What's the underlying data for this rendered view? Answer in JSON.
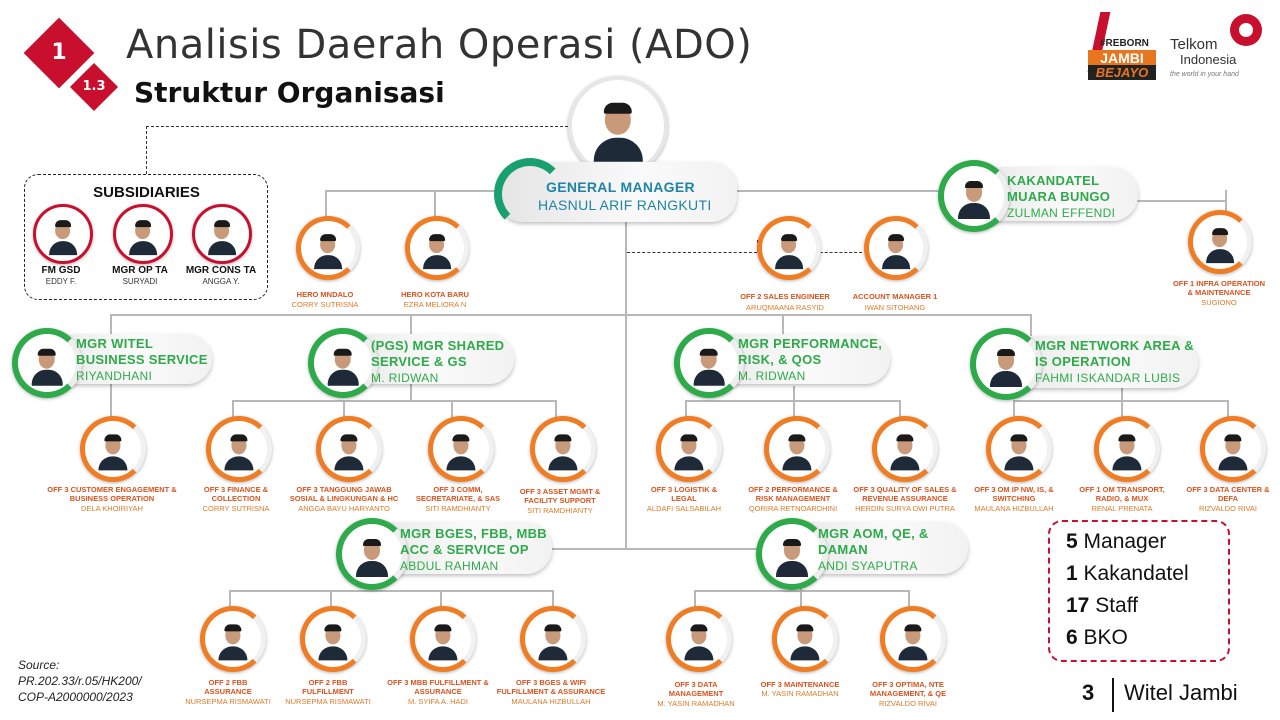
{
  "header": {
    "section_number": "1",
    "subsection_number": "1.3",
    "title": "Analisis Daerah Operasi (ADO)",
    "subtitle": "Struktur Organisasi"
  },
  "logos": {
    "jambi_tag": "#REBORN",
    "jambi_name": "JAMBI",
    "jambi_sub": "BEJAYO",
    "telkom_name_1": "Telkom",
    "telkom_name_2": "Indonesia",
    "telkom_tagline": "the world in your hand"
  },
  "subsidiaries": {
    "heading": "SUBSIDIARIES",
    "items": [
      {
        "title": "FM GSD",
        "name": "EDDY F."
      },
      {
        "title": "MGR OP TA",
        "name": "SURYADI"
      },
      {
        "title": "MGR CONS TA",
        "name": "ANGGA Y."
      }
    ]
  },
  "gm": {
    "title": "GENERAL MANAGER",
    "name": "HASNUL ARIF RANGKUTI"
  },
  "kakandatel": {
    "title_1": "KAKANDATEL",
    "title_2": "MUARA BUNGO",
    "name": "ZULMAN EFFENDI"
  },
  "top_staff": [
    {
      "title": "HERO MNDALO",
      "name": "CORRY SUTRISNA"
    },
    {
      "title": "HERO KOTA BARU",
      "name": "EZRA MELIORA N"
    },
    {
      "title": "OFF 2 SALES ENGINEER",
      "name": "ARUQMAANA RASYID"
    },
    {
      "title": "ACCOUNT MANAGER 1",
      "name": "IWAN SITOHANG"
    },
    {
      "title_1": "OFF 1 INFRA OPERATION",
      "title_2": "& MAINTENANCE",
      "name": "SUGIONO"
    }
  ],
  "managers": [
    {
      "title_1": "MGR WITEL",
      "title_2": "BUSINESS SERVICE",
      "name": "RIYANDHANI"
    },
    {
      "title_1": "(PGS) MGR SHARED",
      "title_2": "SERVICE & GS",
      "name": "M. RIDWAN"
    },
    {
      "title_1": "MGR PERFORMANCE,",
      "title_2": "RISK, & QOS",
      "name": "M. RIDWAN"
    },
    {
      "title_1": "MGR NETWORK AREA &",
      "title_2": "IS OPERATION",
      "name": "FAHMI ISKANDAR LUBIS"
    },
    {
      "title_1": "MGR BGES, FBB, MBB",
      "title_2": "ACC & SERVICE OP",
      "name": "ABDUL RAHMAN"
    },
    {
      "title_1": "MGR AOM, QE, &",
      "title_2": "DAMAN",
      "name": "ANDI SYAPUTRA"
    }
  ],
  "row2_staff": [
    {
      "title_1": "OFF 3 CUSTOMER ENGAGEMENT &",
      "title_2": "BUSINESS OPERATION",
      "name": "DELA KHOIRIYAH"
    },
    {
      "title_1": "OFF 3 FINANCE &",
      "title_2": "COLLECTION",
      "name": "CORRY SUTRISNA"
    },
    {
      "title_1": "OFF 3 TANGGUNG JAWAB",
      "title_2": "SOSIAL & LINGKUNGAN & HC",
      "name": "ANGGA BAYU HARYANTO"
    },
    {
      "title_1": "OFF 3 COMM,",
      "title_2": "SECRETARIATE, & SAS",
      "name": "SITI RAMDHIANTY"
    },
    {
      "title_1": "OFF 3 ASSET MGMT &",
      "title_2": "FACILITY SUPPORT",
      "name": "SITI RAMDHIANTY"
    },
    {
      "title_1": "OFF 3 LOGISTIK &",
      "title_2": "LEGAL",
      "name": "ALDAFI SALSABILAH"
    },
    {
      "title_1": "OFF 2 PERFORMANCE &",
      "title_2": "RISK MANAGEMENT",
      "name": "QORIRA RETNOARDHINI"
    },
    {
      "title_1": "OFF 3 QUALITY OF SALES &",
      "title_2": "REVENUE ASSURANCE",
      "name": "HERDIN SURYA DWI PUTRA"
    },
    {
      "title_1": "OFF 3 OM IP NW, IS, &",
      "title_2": "SWITCHING",
      "name": "MAULANA HIZBULLAH"
    },
    {
      "title_1": "OFF 1 OM TRANSPORT,",
      "title_2": "RADIO, & MUX",
      "name": "RENAL PRENATA"
    },
    {
      "title_1": "OFF 3 DATA CENTER &",
      "title_2": "DEFA",
      "name": "RIZVALDO RIVAI"
    }
  ],
  "row3_staff": [
    {
      "title_1": "OFF 2 FBB",
      "title_2": "ASSURANCE",
      "name": "NURSEPMA RISMAWATI"
    },
    {
      "title_1": "OFF 2 FBB",
      "title_2": "FULFILLMENT",
      "name": "NURSEPMA RISMAWATI"
    },
    {
      "title_1": "OFF 3 MBB FULFILLMENT &",
      "title_2": "ASSURANCE",
      "name": "M. SYIFA A. HADI"
    },
    {
      "title_1": "OFF 3 BGES & WIFI",
      "title_2": "FULFILLMENT & ASSURANCE",
      "name": "MAULANA HIZBULLAH"
    },
    {
      "title_1": "OFF 3 DATA",
      "title_2": "MANAGEMENT",
      "name": "M. YASIN RAMADHAN"
    },
    {
      "title_1": "OFF 3 MAINTENANCE",
      "title_2": "",
      "name": "M. YASIN RAMADHAN"
    },
    {
      "title_1": "OFF 3 OPTIMA, NTE",
      "title_2": "MANAGEMENT, & QE",
      "name": "RIZVALDO RIVAI"
    }
  ],
  "summary": [
    {
      "count": "5",
      "label": "Manager"
    },
    {
      "count": "1",
      "label": "Kakandatel"
    },
    {
      "count": "17",
      "label": "Staff"
    },
    {
      "count": "6",
      "label": "BKO"
    }
  ],
  "source": {
    "line1": "Source:",
    "line2": "PR.202.33/r.05/HK200/",
    "line3": "COP-A2000000/2023"
  },
  "footer": {
    "page": "3",
    "label": "Witel Jambi"
  },
  "colors": {
    "accent_red": "#c8102e",
    "green": "#2eaa4a",
    "orange": "#f07d24",
    "gm_blue": "#1f84a6"
  }
}
